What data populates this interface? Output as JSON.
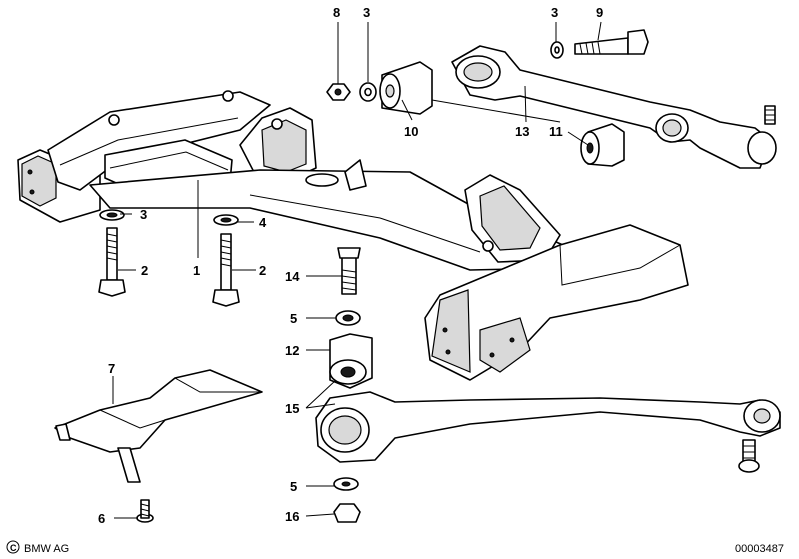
{
  "callouts": {
    "c8": "8",
    "c3a": "3",
    "c3b": "3",
    "c9": "9",
    "c10": "10",
    "c13": "13",
    "c11": "11",
    "c3c": "3",
    "c4": "4",
    "c2a": "2",
    "c1": "1",
    "c2b": "2",
    "c14": "14",
    "c5a": "5",
    "c12": "12",
    "c15": "15",
    "c7": "7",
    "c5b": "5",
    "c6": "6",
    "c16": "16"
  },
  "footer": {
    "brand": "BMW AG",
    "drawing_number": "00003487"
  }
}
